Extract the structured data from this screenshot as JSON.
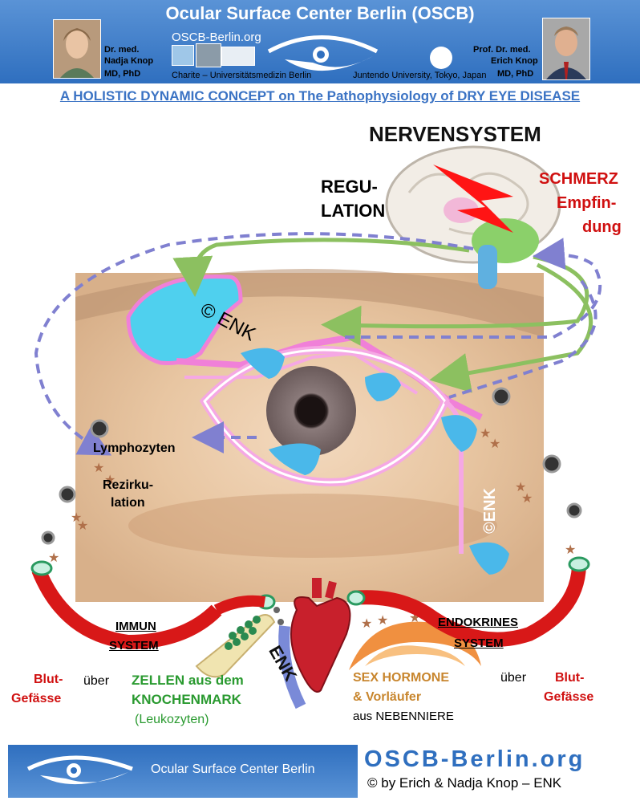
{
  "header": {
    "title": "Ocular Surface Center Berlin (OSCB)",
    "url": "OSCB-Berlin.org",
    "left_person": {
      "line1": "Dr. med.",
      "line2": "Nadja Knop",
      "line3": "MD, PhD"
    },
    "right_person": {
      "line1": "Prof. Dr. med.",
      "line2": "Erich Knop",
      "line3": "MD, PhD"
    },
    "left_affiliation": "Charite – Universitätsmedizin Berlin",
    "right_affiliation": "Juntendo University, Tokyo, Japan"
  },
  "subtitle": "A HOLISTIC DYNAMIC CONCEPT on The Pathophysiology of DRY EYE DISEASE",
  "diagram": {
    "nervensystem": "NERVENSYSTEM",
    "regulation_1": "REGU-",
    "regulation_2": "LATION",
    "schmerz_1": "SCHMERZ",
    "schmerz_2": "Empfin-",
    "schmerz_3": "dung",
    "copyright_enk": "© ENK",
    "copyright_enk_vertical": "©ENK",
    "lymphozyten": "Lymphozyten",
    "rezirkulation_1": "Rezirku-",
    "rezirkulation_2": "lation",
    "immun_1": "IMMUN",
    "immun_2": "SYSTEM",
    "endokrin_1": "ENDOKRINES",
    "endokrin_2": "SYSTEM",
    "heart_label": "ENK",
    "blut_left_1": "Blut-",
    "blut_left_2": "Gefässe",
    "uber_left": "über",
    "zellen_1": "ZELLEN aus dem",
    "zellen_2": "KNOCHENMARK",
    "leukozyten": "(Leukozyten)",
    "sex_1": "SEX HORMONE",
    "sex_2": "& Vorläufer",
    "nebenniere": "aus  NEBENNIERE",
    "uber_right": "über",
    "blut_right_1": "Blut-",
    "blut_right_2": "Gefässe"
  },
  "footer": {
    "name": "Ocular Surface Center Berlin",
    "url": "OSCB-Berlin.org",
    "copyright": "©  by  Erich & Nadja Knop  –  ENK"
  },
  "colors": {
    "header_blue": "#3b7fcf",
    "green_arrow": "#8cc060",
    "dashed_arrow": "#8080d0",
    "red": "#d01010",
    "pink": "#f4a6e0",
    "cyan": "#40b8e8"
  }
}
